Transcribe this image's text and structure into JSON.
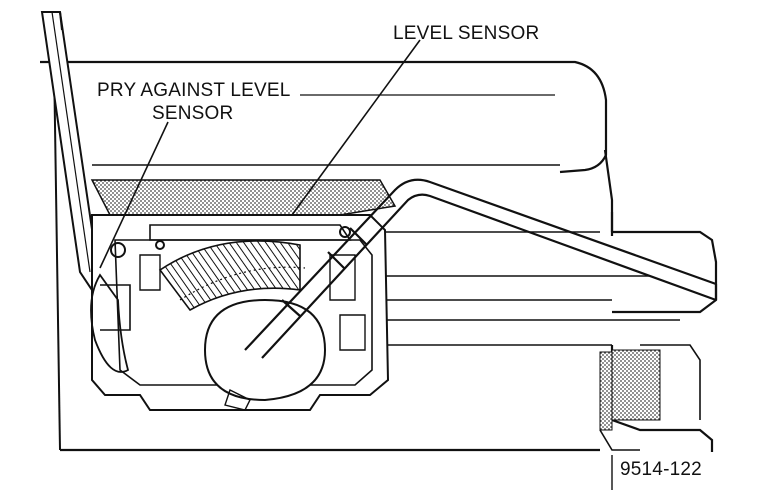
{
  "labels": {
    "level_sensor": "LEVEL SENSOR",
    "pry_line1": "PRY AGAINST LEVEL",
    "pry_line2": "SENSOR",
    "figure_number": "9514-122"
  },
  "colors": {
    "ink": "#111111",
    "shade": "#9a9a9a",
    "paper": "#ffffff"
  }
}
